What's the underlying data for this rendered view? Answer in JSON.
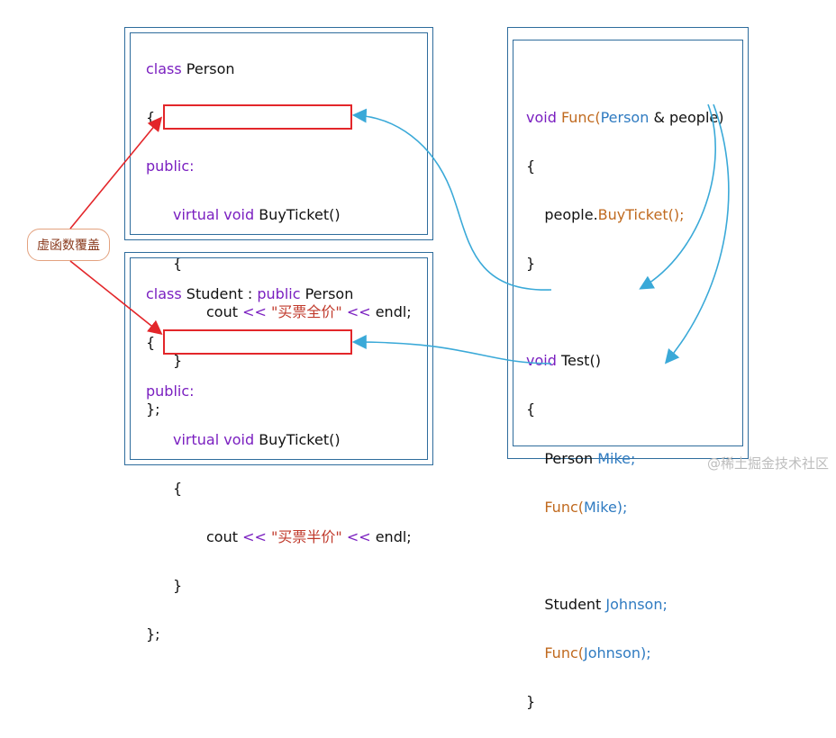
{
  "person_box": {
    "line1_kw": "class",
    "line1_name": " Person",
    "open_brace": "{",
    "public_label": "public:",
    "virtual_kw": "virtual void",
    "method_name": " BuyTicket()",
    "inner_open": "{",
    "cout_label": "cout ",
    "ops1": "<<",
    "string_value": " \"买票全价\" ",
    "ops2": "<<",
    "endl_label": " endl;",
    "inner_close": "}",
    "close_brace": "};"
  },
  "student_box": {
    "line1_kw": "class",
    "line1_name": " Student : ",
    "line1_kw2": "public",
    "line1_base": " Person",
    "open_brace": "{",
    "public_label": "public:",
    "virtual_kw": "virtual void",
    "method_name": " BuyTicket()",
    "inner_open": "{",
    "cout_label": "cout ",
    "ops1": "<<",
    "string_value": " \"买票半价\" ",
    "ops2": "<<",
    "endl_label": " endl;",
    "inner_close": "}",
    "close_brace": "};"
  },
  "right_box": {
    "func_sig_kw": "void",
    "func_sig_name": " Func(",
    "func_sig_type": "Person",
    "func_sig_rest": " & people)",
    "func_open": "{",
    "func_body_obj": "    people.",
    "func_body_call": "BuyTicket();",
    "func_close": "}",
    "test_sig_kw": "void",
    "test_sig_name": " Test()",
    "test_open": "{",
    "person_decl_type": "    Person ",
    "person_decl_var": "Mike;",
    "call1_fn": "    Func(",
    "call1_arg": "Mike);",
    "student_decl_type": "    Student ",
    "student_decl_var": "Johnson;",
    "call2_fn": "    Func(",
    "call2_arg": "Johnson);",
    "test_close": "}"
  },
  "callout": {
    "label": "虚函数覆盖"
  },
  "watermark": {
    "text": "@稀土掘金技术社区"
  },
  "colors": {
    "box_border": "#2e6c9c",
    "highlight": "#e3262a",
    "arrow_blue": "#3aa9d8",
    "arrow_red": "#e3262a"
  }
}
